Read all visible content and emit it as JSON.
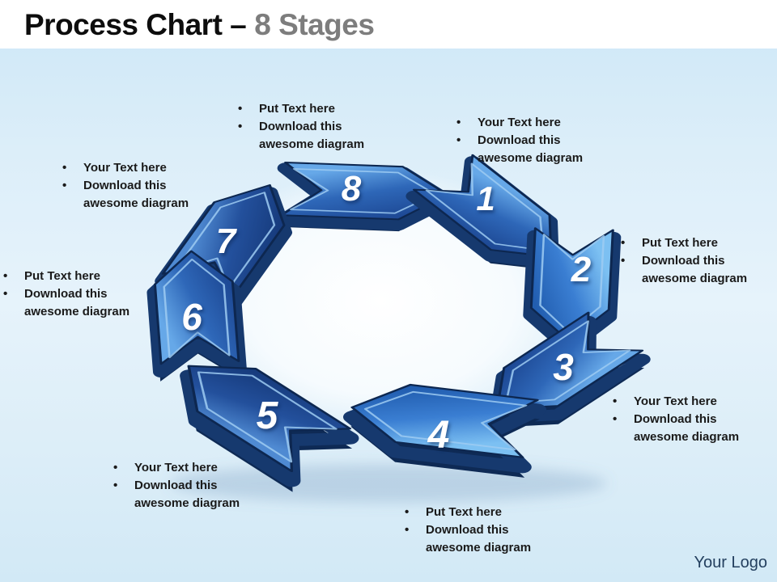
{
  "slide": {
    "title": {
      "main": "Process Chart –",
      "accent": "8 Stages"
    },
    "logo_text": "Your Logo"
  },
  "bullet": "•",
  "ring": {
    "type": "process-cycle-8-stages",
    "flow_direction": "clockwise",
    "stages": [
      {
        "number": "1"
      },
      {
        "number": "2"
      },
      {
        "number": "3"
      },
      {
        "number": "4"
      },
      {
        "number": "5"
      },
      {
        "number": "6"
      },
      {
        "number": "7"
      },
      {
        "number": "8"
      }
    ]
  },
  "callouts": [
    {
      "stage": 1,
      "lines": [
        "Your Text here",
        "Download this awesome diagram"
      ]
    },
    {
      "stage": 2,
      "lines": [
        "Put Text here",
        "Download this awesome diagram"
      ]
    },
    {
      "stage": 3,
      "lines": [
        "Your Text here",
        "Download this awesome diagram"
      ]
    },
    {
      "stage": 4,
      "lines": [
        "Put Text here",
        "Download this awesome diagram"
      ]
    },
    {
      "stage": 5,
      "lines": [
        "Your Text here",
        "Download this awesome diagram"
      ]
    },
    {
      "stage": 6,
      "lines": [
        "Put Text here",
        "Download this awesome diagram"
      ]
    },
    {
      "stage": 7,
      "lines": [
        "Your Text here",
        "Download this awesome diagram"
      ]
    },
    {
      "stage": 8,
      "lines": [
        "Put Text here",
        "Download this awesome diagram"
      ]
    }
  ],
  "colors": {
    "background_top": "#cde7f7",
    "background_center": "#ffffff",
    "title_main": "#0d0d0d",
    "title_accent": "#7d7d7d",
    "arrow_face_light": "#7cc0f2",
    "arrow_face_mid": "#2e67b8",
    "arrow_face_dark": "#173c7e",
    "arrow_extrusion": "#0e2a55",
    "number_text": "#ffffff",
    "logo_text": "#24405f"
  }
}
